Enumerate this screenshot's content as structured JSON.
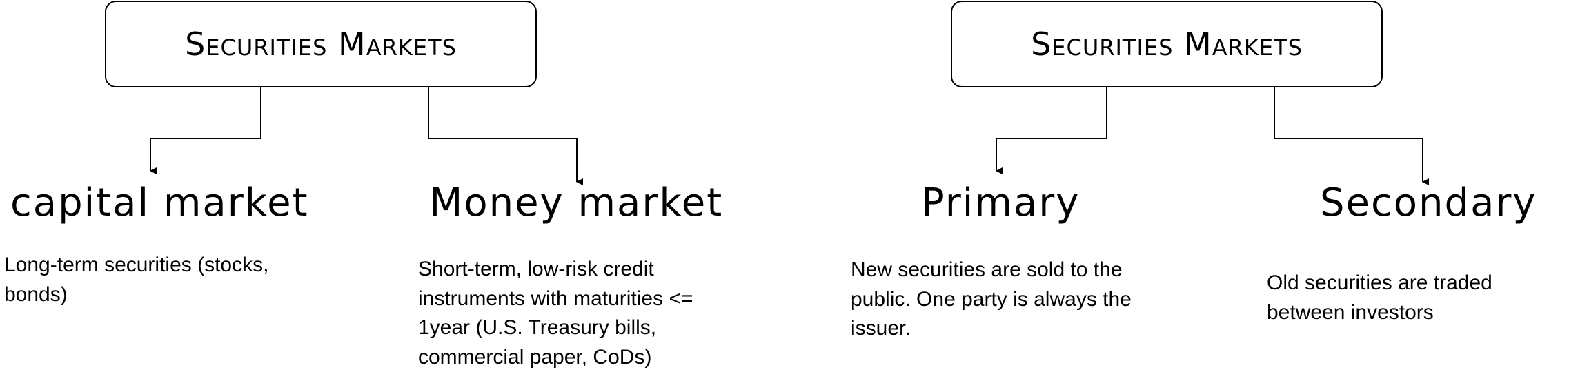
{
  "left_tree": {
    "root": "Securities Markets",
    "children": [
      {
        "title": "capital market",
        "description": "Long-term securities (stocks, bonds)"
      },
      {
        "title": "Money market",
        "description": "Short-term, low-risk credit instruments with maturities <= 1year (U.S. Treasury bills, commercial paper, CoDs)"
      }
    ]
  },
  "right_tree": {
    "root": "Securities Markets",
    "children": [
      {
        "title": "Primary",
        "description": "New securities are sold to the public. One party is always the issuer."
      },
      {
        "title": "Secondary",
        "description": "Old securities are traded between investors"
      }
    ]
  }
}
